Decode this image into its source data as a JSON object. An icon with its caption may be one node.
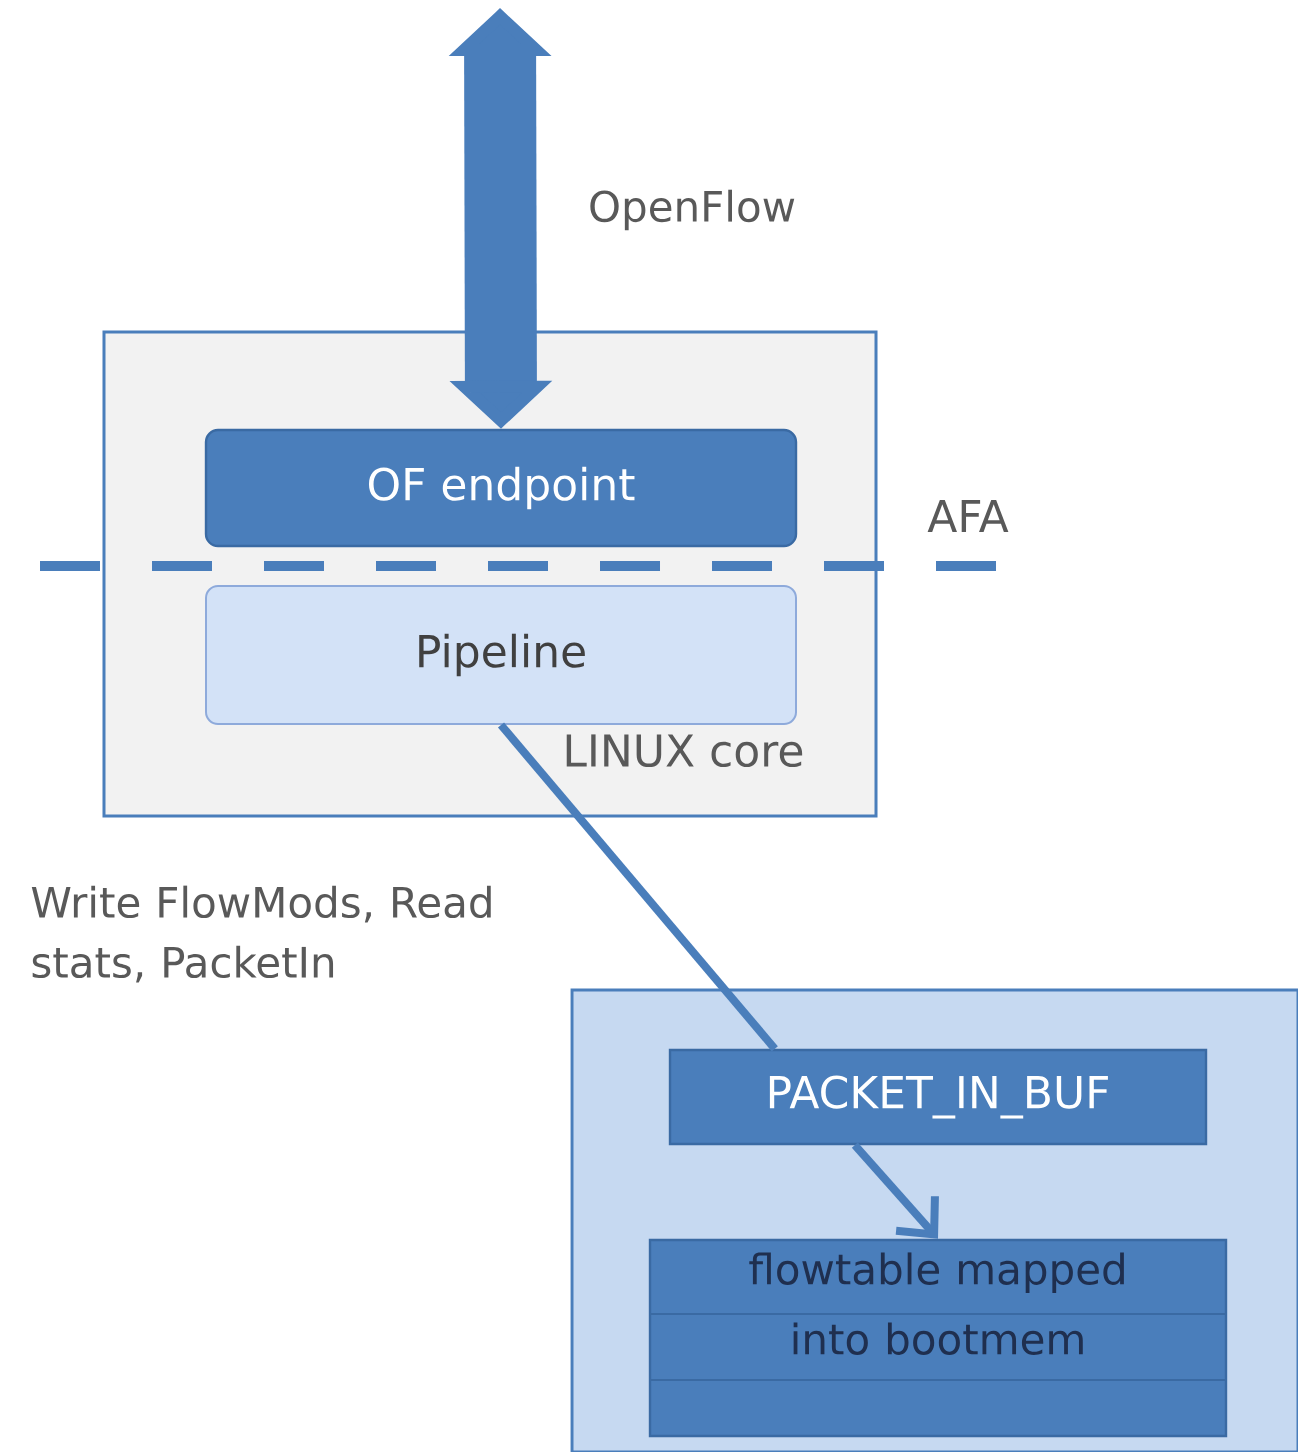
{
  "diagram": {
    "nodes": [
      {
        "text": [
          "LINUX core"
        ]
      },
      {
        "text": [
          "OF endpoint"
        ],
        "in": 0
      },
      {
        "text": [
          "Pipeline"
        ],
        "in": 0
      },
      {
        "text": [],
        "shape": "box"
      },
      {
        "text": [
          "PACKET_IN_BUF"
        ],
        "in": 3
      },
      {
        "text": [
          "flowtable mapped into bootmem"
        ],
        "in": 3
      }
    ],
    "edges": [
      {
        "from": null,
        "to": 1,
        "arrow": "both",
        "label": "OpenFlow",
        "style": "thick"
      },
      {
        "from": 2,
        "to": 4,
        "arrow": "none",
        "label": "Write FlowMods, Read stats, PacketIn"
      },
      {
        "from": 4,
        "to": 5,
        "arrow": "to"
      }
    ],
    "labels": [
      "AFA"
    ]
  }
}
